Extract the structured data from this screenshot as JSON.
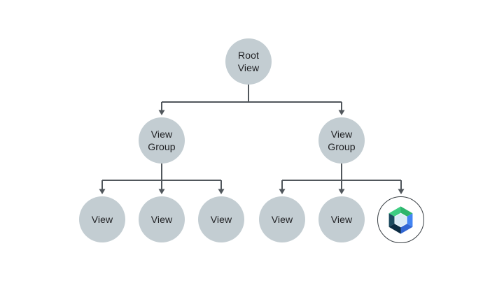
{
  "colors": {
    "background": "#ffffff",
    "node_fill": "#c3cdd2",
    "connector": "#51575c",
    "text": "#202124",
    "compose_ring": "#3a4045",
    "compose_green_light": "#3ecd82",
    "compose_green_dark": "#2db56d",
    "compose_blue_light": "#4285f4",
    "compose_blue_dark": "#3166d3",
    "compose_navy_light": "#1b4a5f",
    "compose_navy_dark": "#0b2b42",
    "compose_center_fill": "#d9eaf6"
  },
  "tree": {
    "root": {
      "line1": "Root",
      "line2": "View"
    },
    "group_left": {
      "line1": "View",
      "line2": "Group"
    },
    "group_right": {
      "line1": "View",
      "line2": "Group"
    },
    "leaves": [
      {
        "label": "View"
      },
      {
        "label": "View"
      },
      {
        "label": "View"
      },
      {
        "label": "View"
      },
      {
        "label": "View"
      }
    ],
    "compose_leaf": {
      "icon": "jetpack-compose-icon"
    }
  }
}
